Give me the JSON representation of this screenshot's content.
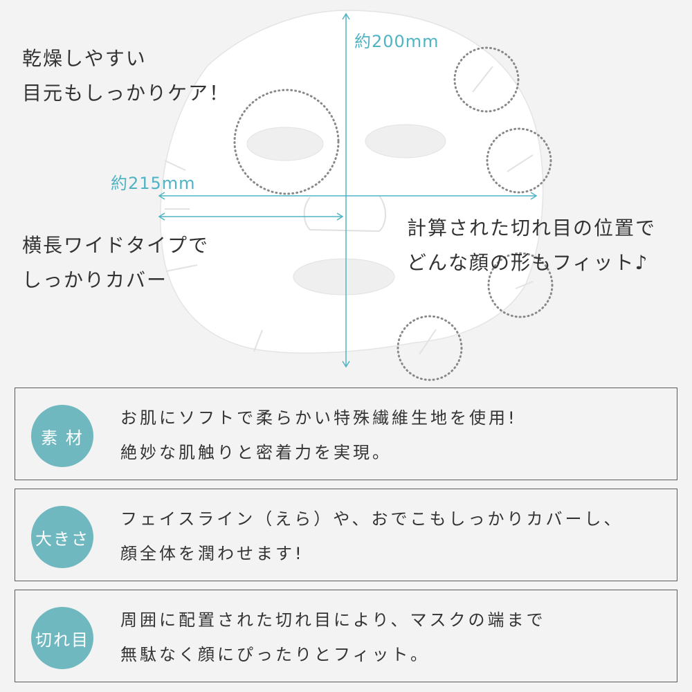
{
  "illustration": {
    "caption_top": [
      "乾燥しやすい",
      "目元もしっかりケア！"
    ],
    "caption_left": [
      "横長ワイドタイプで",
      "しっかりカバー"
    ],
    "caption_right": [
      "計算された切れ目の位置で",
      "どんな顔の形もフィット♪"
    ],
    "height_label": "約200mm",
    "width_label": "約215mm",
    "accent_color": "#4fb3c4"
  },
  "features": [
    {
      "badge": "素 材",
      "lines": [
        "お肌にソフトで柔らかい特殊繊維生地を使用!",
        "絶妙な肌触りと密着力を実現。"
      ]
    },
    {
      "badge": "大きさ",
      "lines": [
        "フェイスライン（えら）や、おでこもしっかりカバーし、",
        "顔全体を潤わせます!"
      ]
    },
    {
      "badge": "切れ目",
      "lines": [
        "周囲に配置された切れ目により、マスクの端まで",
        "無駄なく顔にぴったりとフィット。"
      ]
    }
  ],
  "badge_color": "#6fb8bf"
}
